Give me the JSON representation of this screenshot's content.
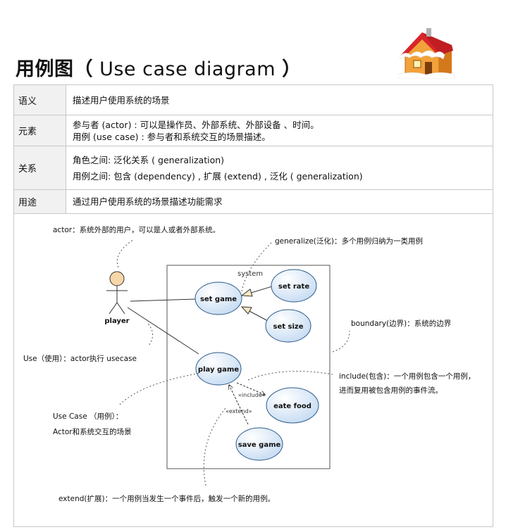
{
  "header": {
    "title_cn": "用例图（",
    "title_en": " Use case diagram ",
    "title_close": "）",
    "logo": "snow-house-icon"
  },
  "table": {
    "rows": [
      {
        "key": "语义",
        "lines": [
          "描述用户使用系统的场景"
        ]
      },
      {
        "key": "元素",
        "lines": [
          "参与者 (actor) : 可以是操作员、外部系统、外部设备 、时间。",
          "用例 (use case) : 参与者和系统交互的场景描述。"
        ]
      },
      {
        "key": "关系",
        "lines": [
          "角色之间: 泛化关系 ( generalization)",
          "用例之间: 包含 (dependency) , 扩展 (extend) , 泛化 ( generalization)"
        ]
      },
      {
        "key": "用途",
        "lines": [
          "通过用户使用系统的场景描述功能需求"
        ]
      }
    ]
  },
  "diagram": {
    "system_label": "system",
    "actor_label": "player",
    "use_cases": {
      "set_game": "set game",
      "set_rate": "set rate",
      "set_size": "set  size",
      "play_game": "play game",
      "eat_food": "eate food",
      "save_game": "save game"
    },
    "include_label": "«include»",
    "extend_label": "«extend»",
    "annotations": {
      "actor": "actor：系统外部的用户，可以是人或者外部系统。",
      "generalize": "generalize(泛化)：多个用例归纳为一类用例",
      "boundary": "boundary(边界)：系统的边界",
      "use": "Use（使用）：actor执行 usecase",
      "include_1": "include(包含)：一个用例包含一个用例，",
      "include_2": "进而复用被包含用例的事件流。",
      "usecase_1": "Use Case （用例）：",
      "usecase_2": "Actor和系统交互的场景",
      "extend": "extend(扩展)：一个用例当发生一个事件后，触发一个新的用例。"
    },
    "colors": {
      "usecase_fill": "#d6e6f7",
      "usecase_stroke": "#2e5a8a",
      "actor_head": "#f7d7a8"
    }
  }
}
